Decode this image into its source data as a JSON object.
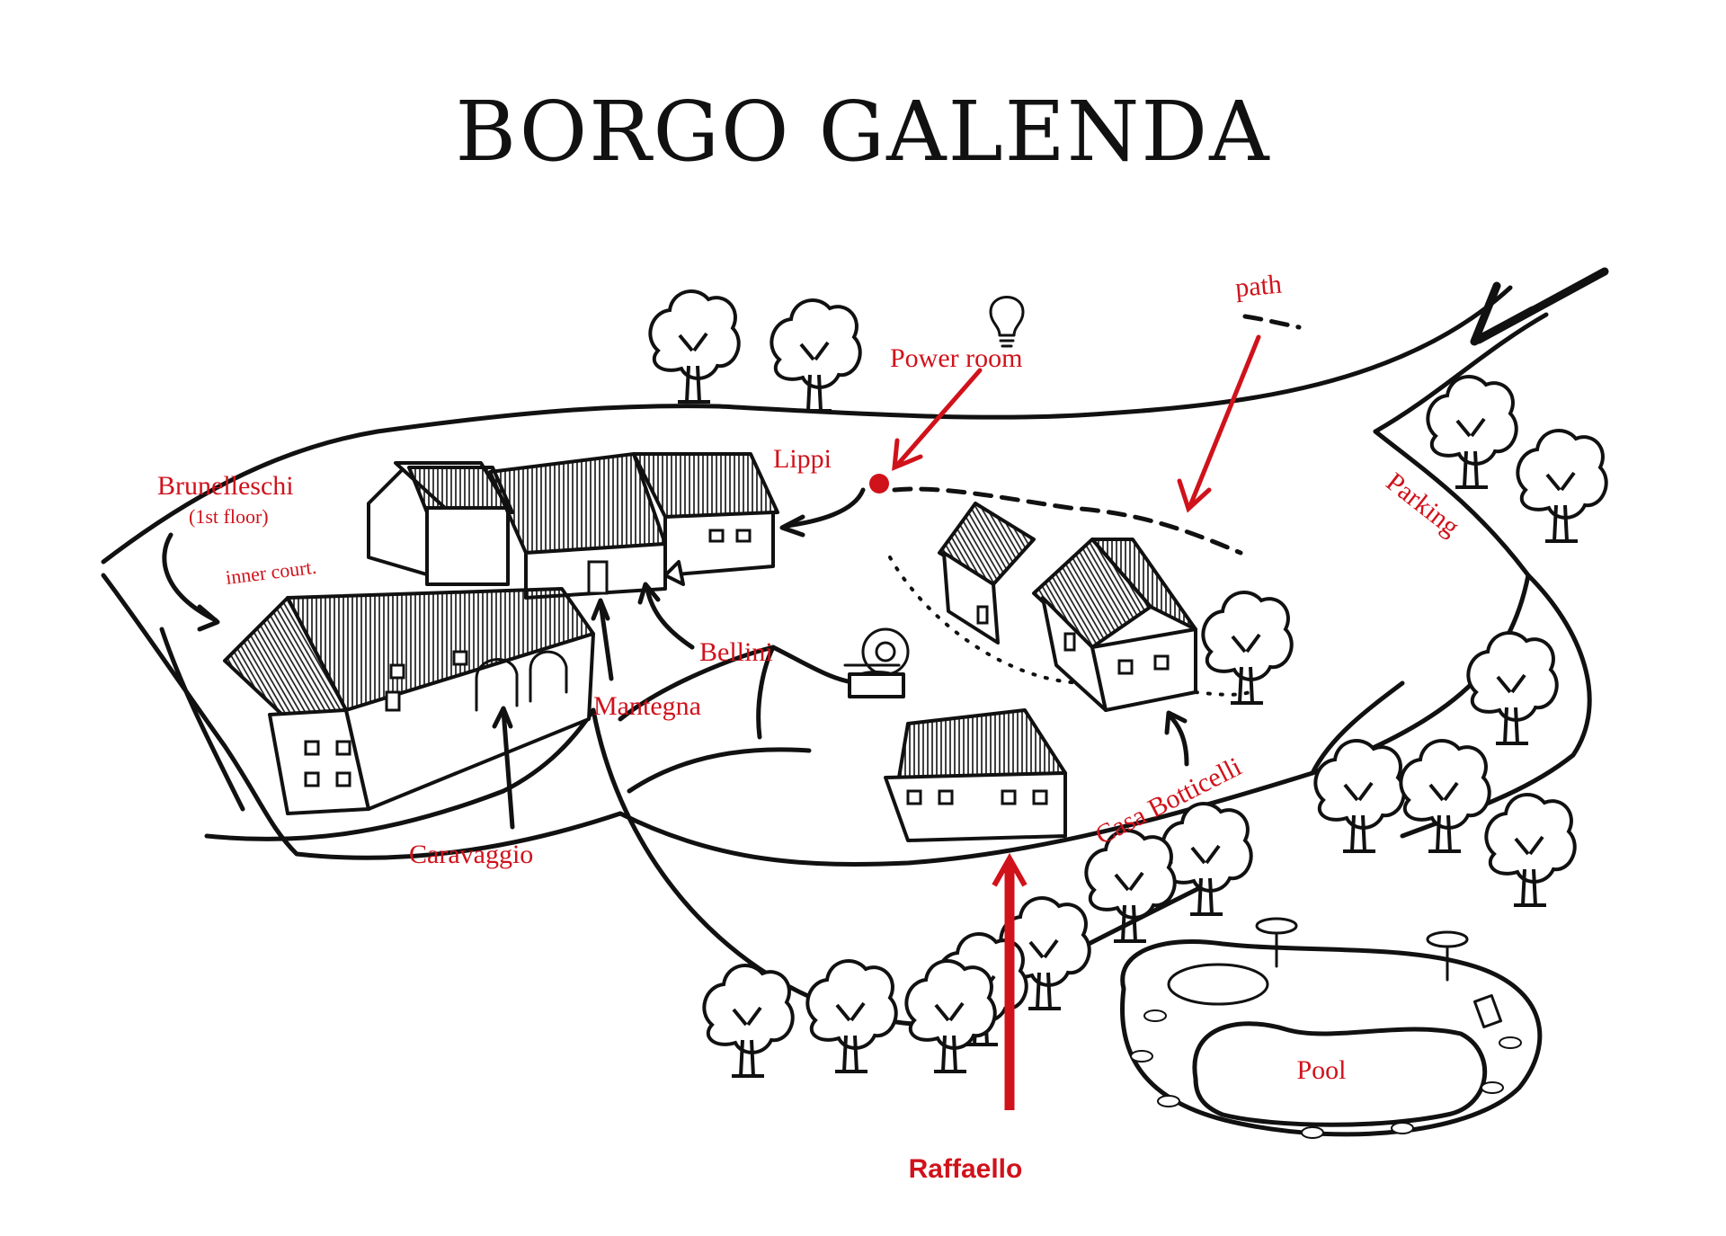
{
  "title": "BORGO GALENDA",
  "labels": {
    "brunelleschi": "Brunelleschi",
    "brunelleschi_floor": "(1st floor)",
    "inner_court": "inner court.",
    "lippi": "Lippi",
    "power_room": "Power room",
    "path": "path",
    "parking": "Parking",
    "bellini": "Bellini",
    "mantegna": "Mantegna",
    "caravaggio": "Caravaggio",
    "casa_botticelli": "Casa Botticelli",
    "raffaello": "Raffaello",
    "pool": "Pool"
  },
  "colors": {
    "label_red": "#d0121b",
    "ink": "#111111",
    "background": "#ffffff"
  },
  "icons": {
    "power": "light-bulb-icon",
    "entrance": "entrance-arrow-icon",
    "location": "red-dot-marker"
  }
}
